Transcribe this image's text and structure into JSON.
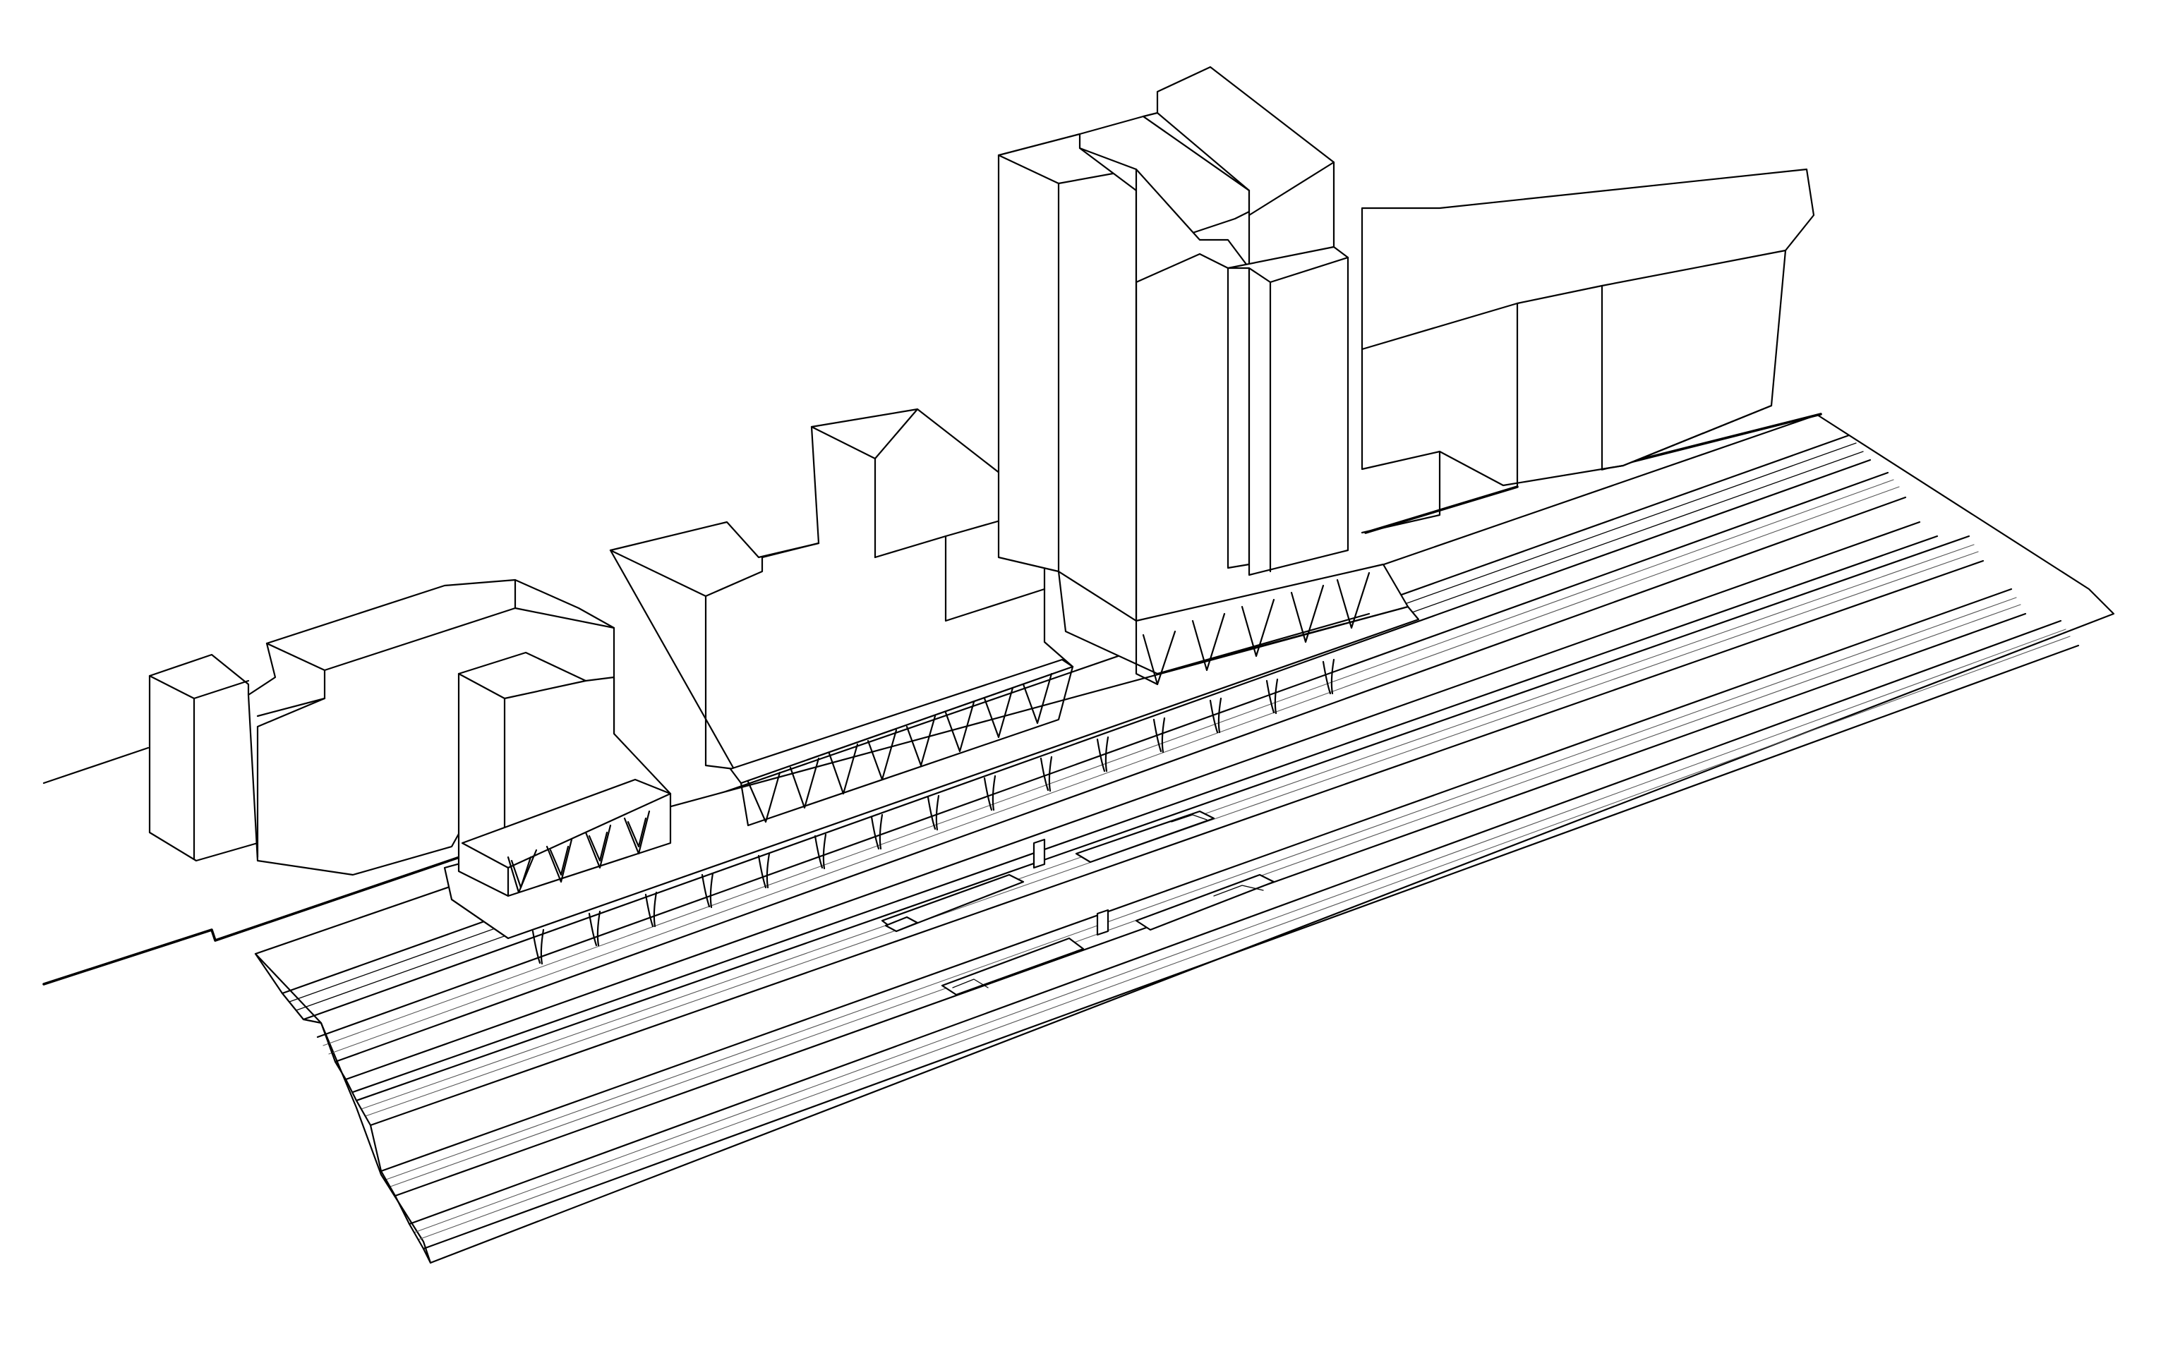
{
  "drawing": {
    "style": "axonometric line drawing",
    "line_color": "#000000",
    "background_color": "#ffffff",
    "elements": [
      "site-boundary",
      "railway-tracks",
      "station-platforms",
      "platform-shelters",
      "elevated-deck",
      "v-truss-structure",
      "podium-buildings",
      "residential-tower",
      "existing-building-east",
      "existing-buildings-west"
    ]
  }
}
